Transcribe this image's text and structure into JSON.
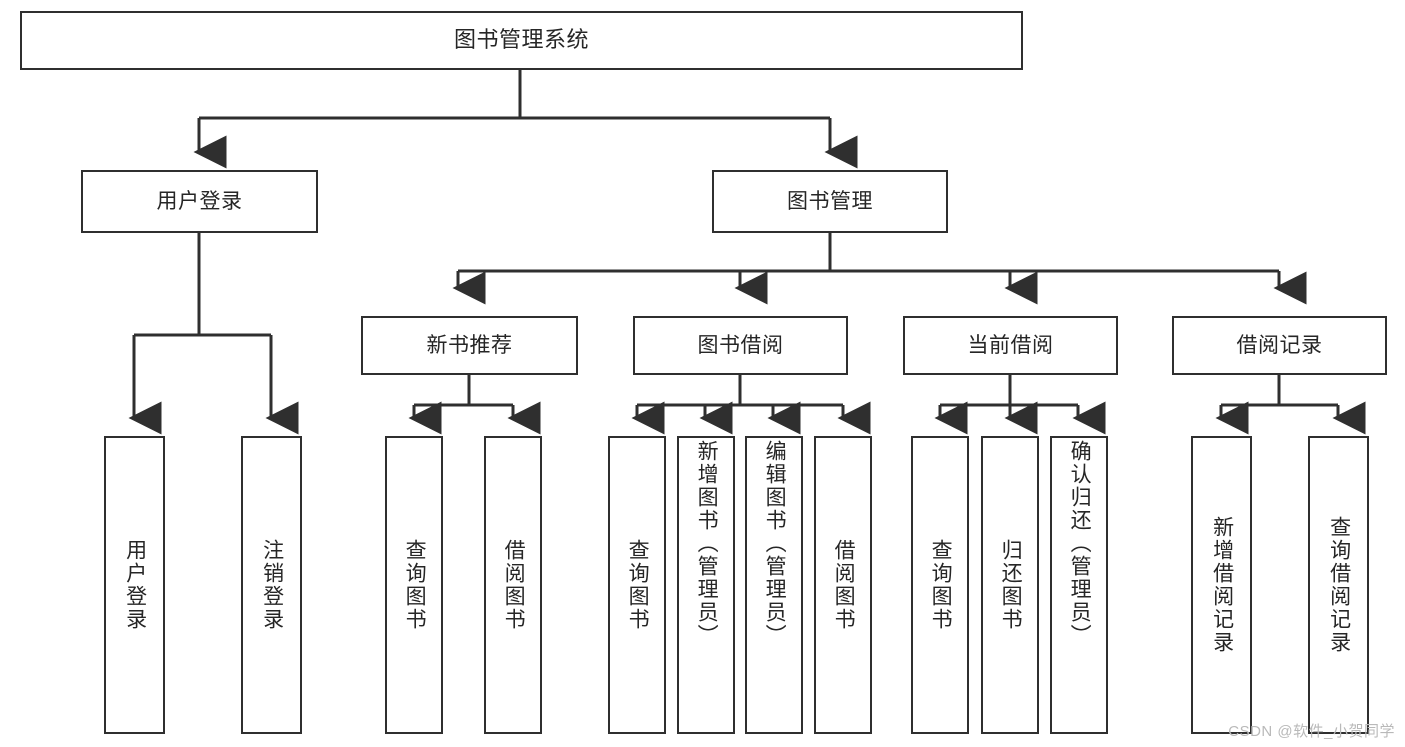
{
  "diagram": {
    "title": "图书管理系统",
    "watermark": "CSDN @软件_小贺同学",
    "line_color": "#2f2f2f",
    "box_fill": "#ffffff",
    "text_color": "#262626",
    "watermark_color": "#b9b9b9"
  },
  "nodes": {
    "root": {
      "label": "图书管理系统"
    },
    "level2": [
      {
        "label": "用户登录"
      },
      {
        "label": "图书管理"
      }
    ],
    "level3": [
      {
        "label": "新书推荐"
      },
      {
        "label": "图书借阅"
      },
      {
        "label": "当前借阅"
      },
      {
        "label": "借阅记录"
      }
    ],
    "leaves": {
      "user_login": [
        {
          "label": "用户登录"
        },
        {
          "label": "注销登录"
        }
      ],
      "new_book_recommend": [
        {
          "label": "查询图书"
        },
        {
          "label": "借阅图书"
        }
      ],
      "book_borrow": [
        {
          "label": "查询图书"
        },
        {
          "label": "新增图书（管理员）"
        },
        {
          "label": "编辑图书（管理员）"
        },
        {
          "label": "借阅图书"
        }
      ],
      "current_borrow": [
        {
          "label": "查询图书"
        },
        {
          "label": "归还图书"
        },
        {
          "label": "确认归还（管理员）"
        }
      ],
      "borrow_record": [
        {
          "label": "新增借阅记录"
        },
        {
          "label": "查询借阅记录"
        }
      ]
    }
  }
}
